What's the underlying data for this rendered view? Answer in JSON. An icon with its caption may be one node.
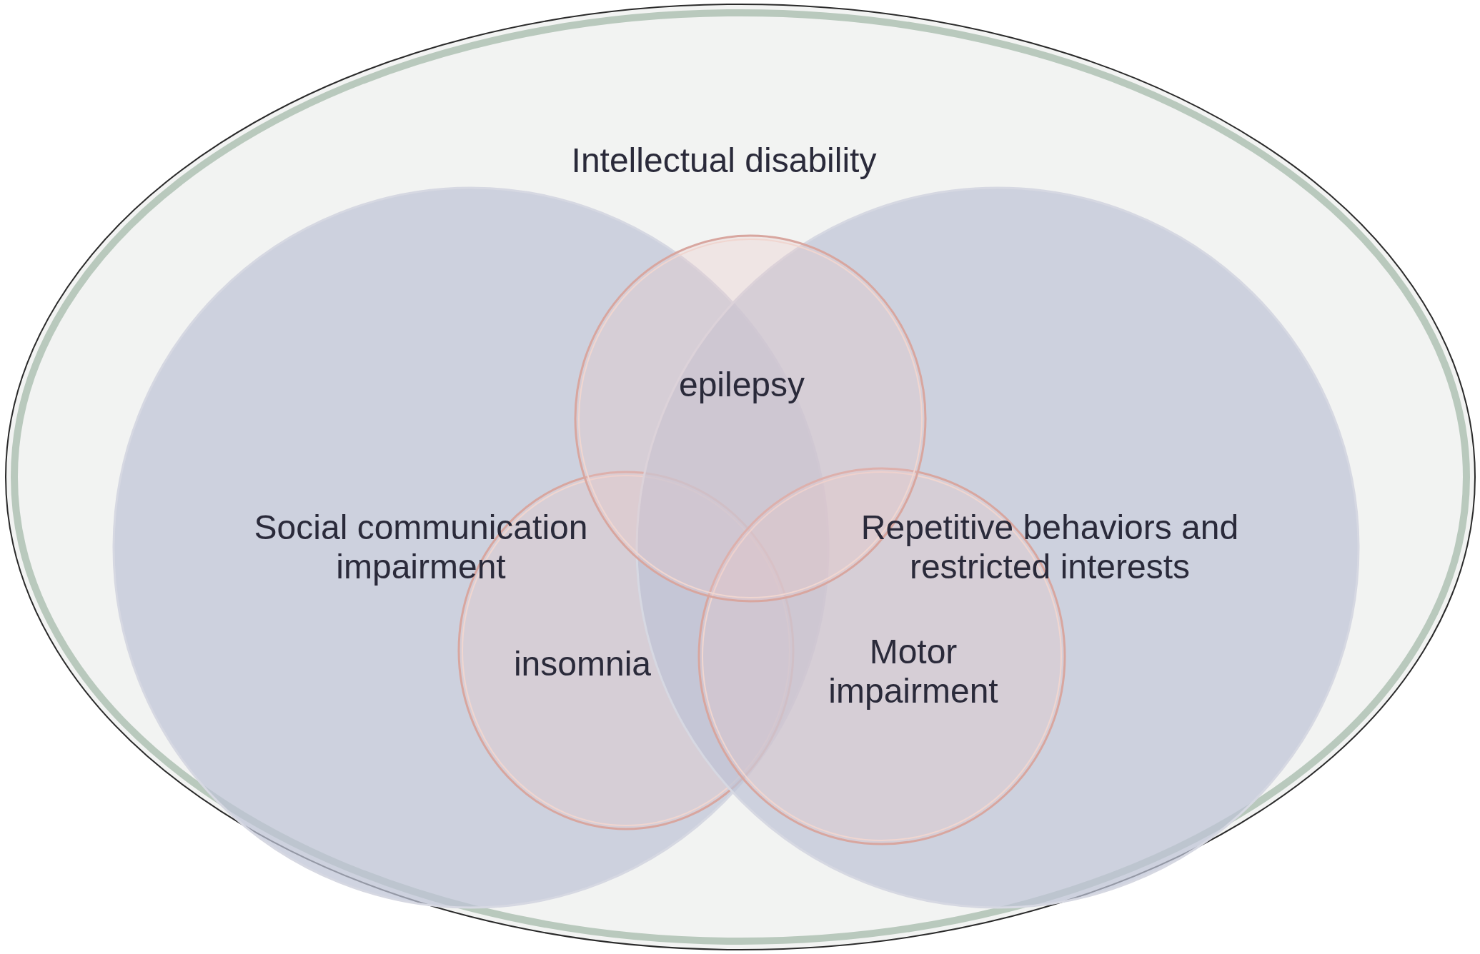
{
  "diagram": {
    "nodes": [
      {
        "text": [
          "Intellectual disability"
        ]
      },
      {
        "text": [
          "Social communication impairment"
        ],
        "in": 0
      },
      {
        "text": [
          "Repetitive behaviors and restricted interests"
        ],
        "in": 0
      },
      {
        "text": [
          "epilepsy"
        ],
        "in": 0
      },
      {
        "text": [
          "insomnia"
        ],
        "in": 1
      },
      {
        "text": [
          "Motor impairment"
        ],
        "in": 2
      }
    ]
  }
}
